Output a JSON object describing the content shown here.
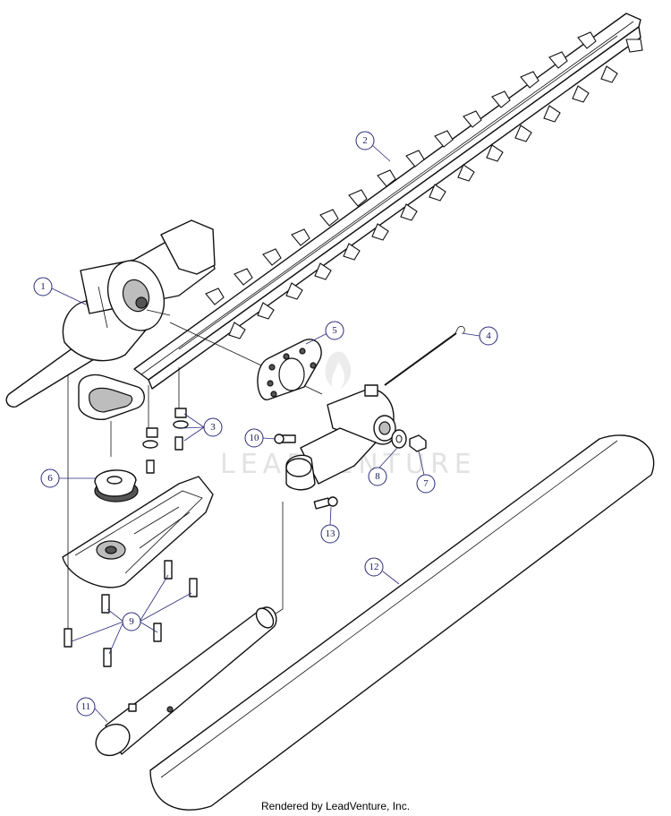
{
  "diagram": {
    "callouts": [
      "1",
      "2",
      "3",
      "4",
      "5",
      "6",
      "7",
      "8",
      "9",
      "10",
      "11",
      "12",
      "13"
    ],
    "watermark": "LEADVENTURE",
    "footer": "Rendered by LeadVenture, Inc."
  }
}
